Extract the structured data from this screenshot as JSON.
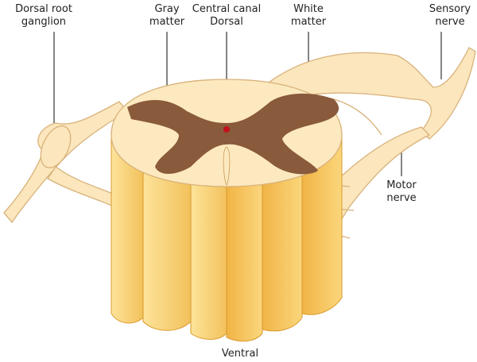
{
  "labels": {
    "dorsal_root_ganglion": [
      "Dorsal root",
      "ganglion"
    ],
    "gray_matter": [
      "Gray",
      "matter"
    ],
    "central_canal": [
      "Central canal",
      "Dorsal"
    ],
    "white_matter": [
      "White",
      "matter"
    ],
    "sensory_nerve": [
      "Sensory",
      "nerve"
    ],
    "motor_nerve": [
      "Motor",
      "nerve"
    ],
    "ventral": "Ventral"
  },
  "colors": {
    "nerve_fill": "#fbe6bd",
    "nerve_stroke": "#d8b27a",
    "white_matter": "#fde9bf",
    "gray_matter": "#8a5a3c",
    "column_light": "#fcd77e",
    "column_dark": "#e9a93a",
    "central_canal": "#c0121c"
  }
}
